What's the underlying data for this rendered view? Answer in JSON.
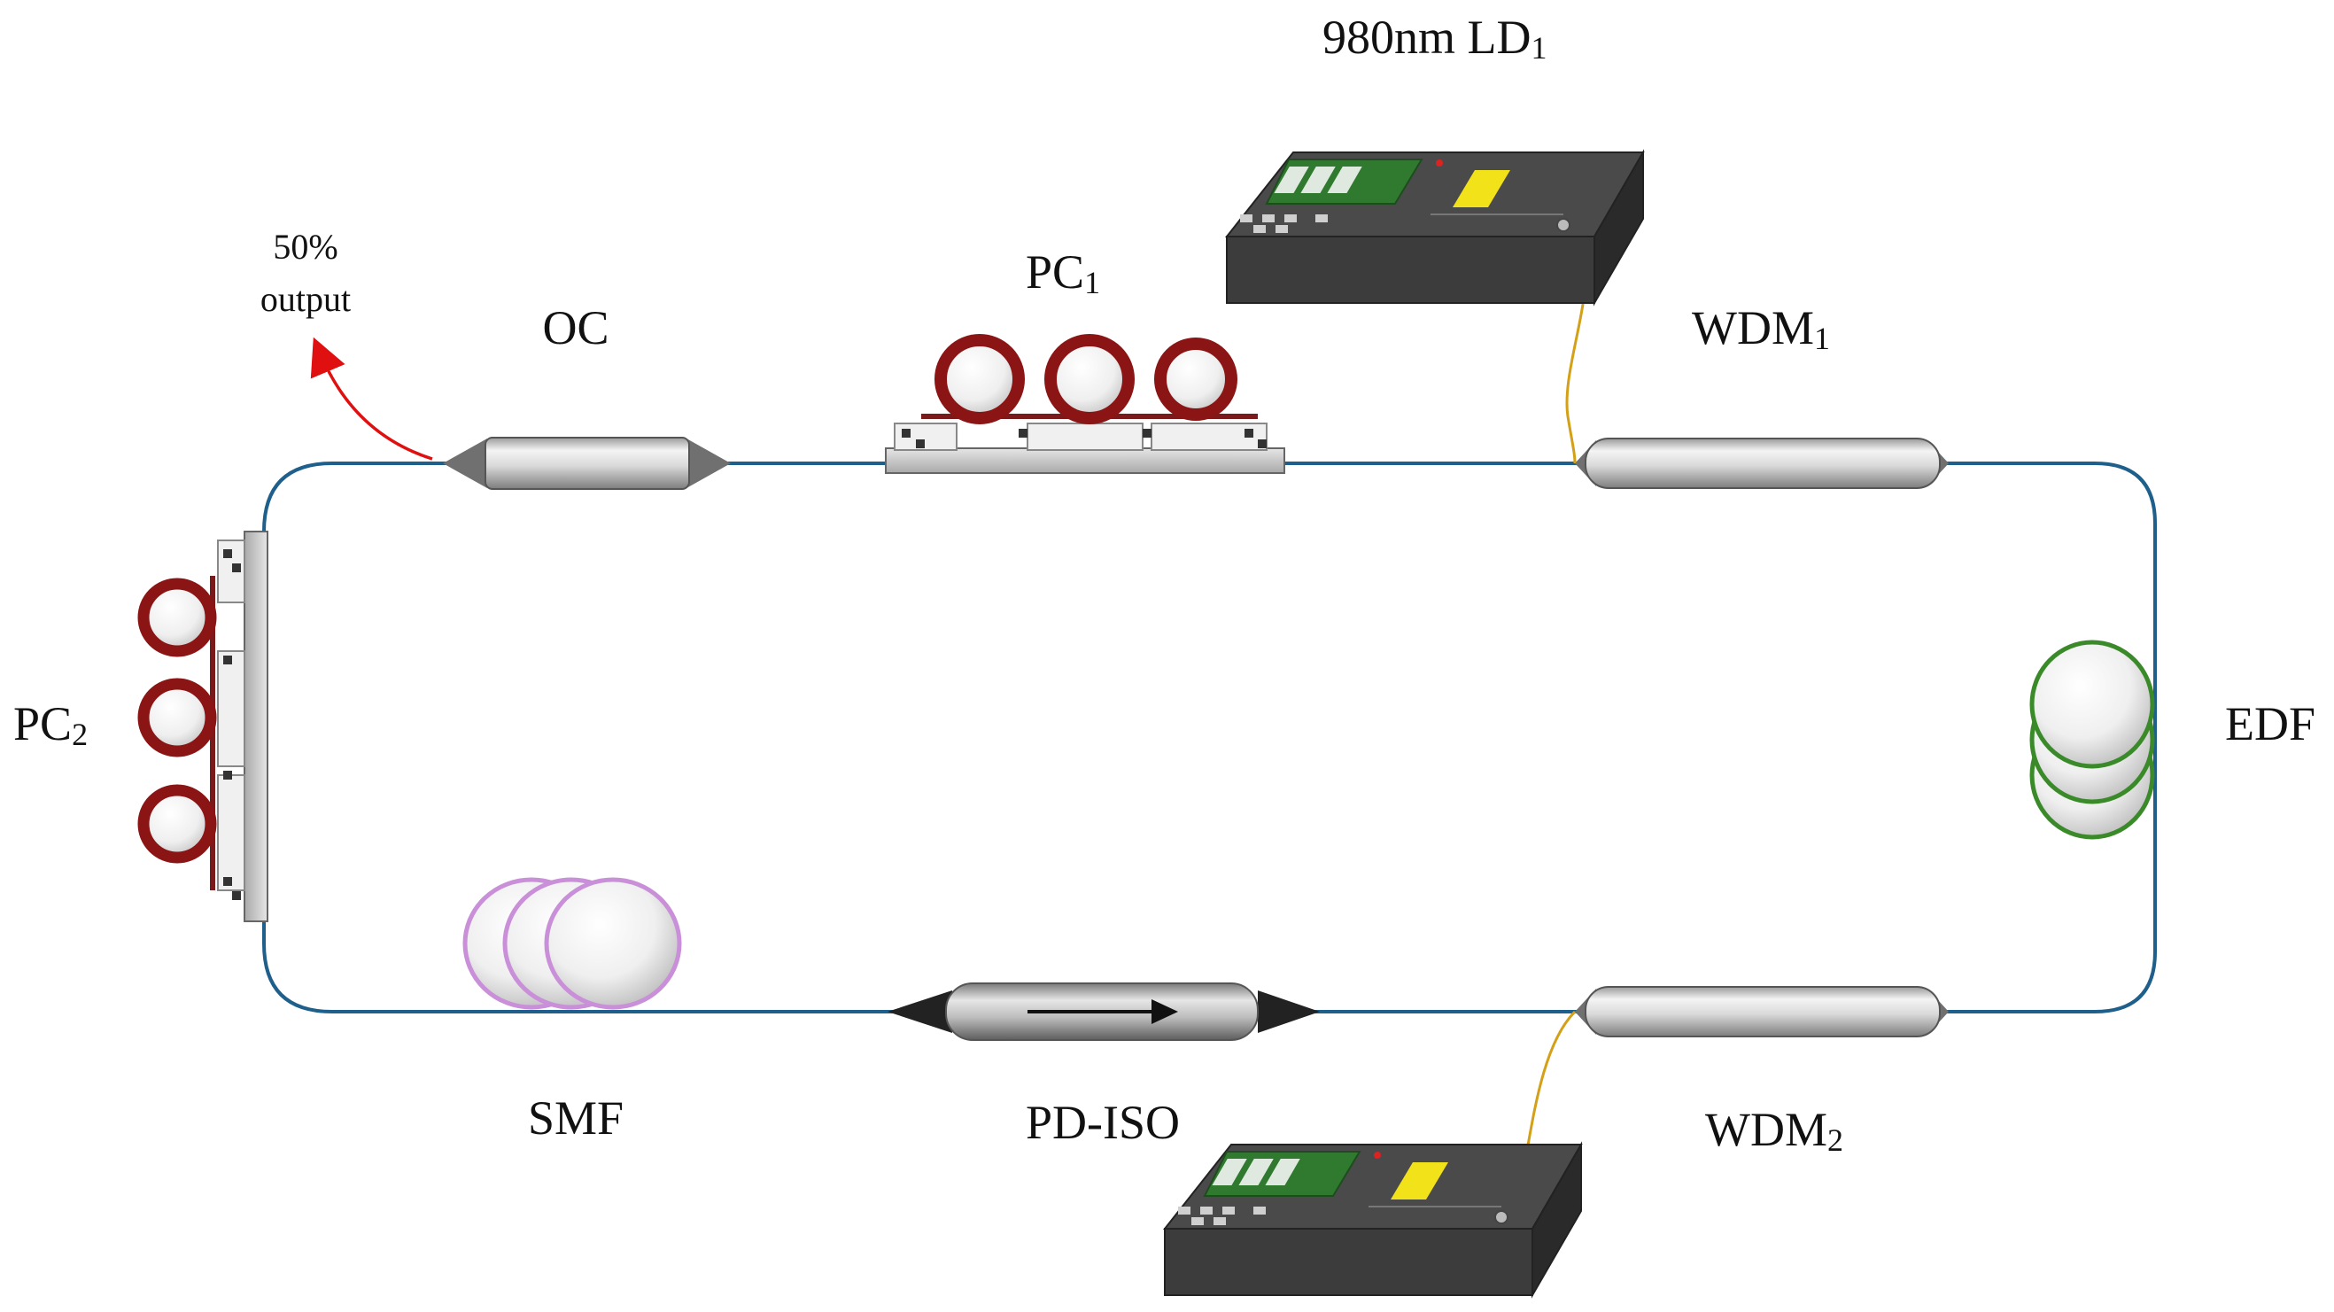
{
  "labels": {
    "ld1": "980nm LD",
    "ld1_sub": "1",
    "output_pct": "50%",
    "output_word": "output",
    "oc": "OC",
    "pc1": "PC",
    "pc1_sub": "1",
    "wdm1": "WDM",
    "wdm1_sub": "1",
    "pc2": "PC",
    "pc2_sub": "2",
    "edf": "EDF",
    "smf": "SMF",
    "pdiso": "PD-ISO",
    "wdm2": "WDM",
    "wdm2_sub": "2"
  },
  "colors": {
    "fiber": "#1f5f8b",
    "output_arrow": "#e01010",
    "pc_ring": "#8b1414",
    "edf_coil": "#3a8a2a",
    "smf_coil": "#c98fd8",
    "pigtail": "#d4a017",
    "laser_body": "#3c3c3c",
    "laser_screen": "#2f7a2f",
    "laser_display": "#f2e21a"
  },
  "icons": {
    "laser_source": "laser-diode-unit-icon",
    "coupler": "fiber-coupler-icon",
    "polarization_controller": "polarization-controller-icon",
    "fiber_coil": "fiber-spool-icon",
    "isolator": "isolator-icon"
  }
}
